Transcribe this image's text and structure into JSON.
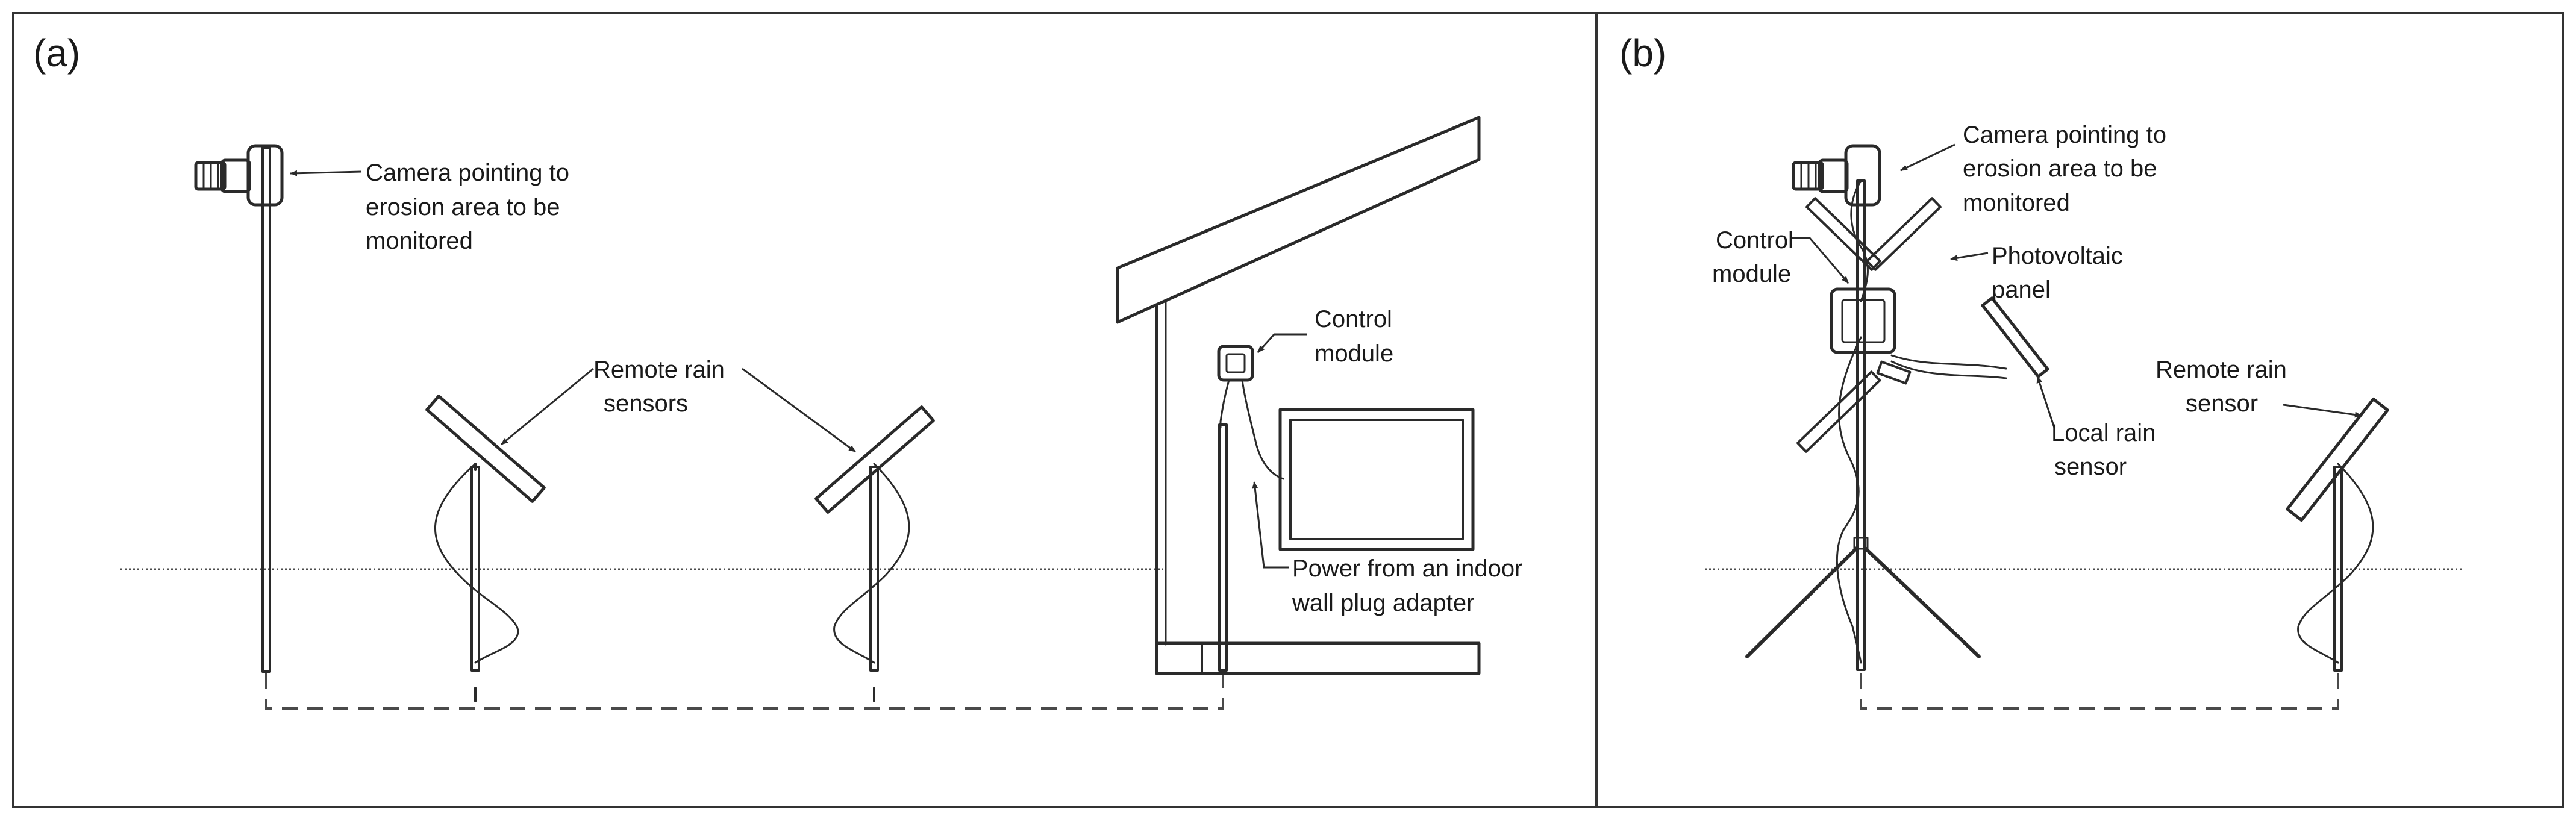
{
  "panels": [
    {
      "label": "(a)",
      "annotations": {
        "camera": [
          "Camera pointing to",
          "erosion area to be",
          "monitored"
        ],
        "remote_rain_sensors": [
          "Remote rain",
          "sensors"
        ],
        "control_module": [
          "Control",
          "module"
        ],
        "power": [
          "Power from an indoor",
          "wall plug adapter"
        ]
      }
    },
    {
      "label": "(b)",
      "annotations": {
        "camera": [
          "Camera pointing to",
          "erosion area to be",
          "monitored"
        ],
        "control_module": [
          "Control",
          "module"
        ],
        "photovoltaic": [
          "Photovoltaic",
          "panel"
        ],
        "local_rain_sensor": [
          "Local rain",
          "sensor"
        ],
        "remote_rain_sensor": [
          "Remote rain",
          "sensor"
        ]
      }
    }
  ],
  "colors": {
    "ink": "#2a2a2a",
    "frame": "#333333",
    "background": "#ffffff"
  }
}
